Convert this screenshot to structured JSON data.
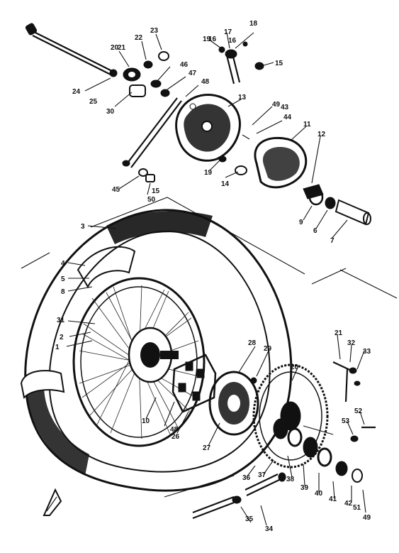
{
  "colors": {
    "ink": "#111111",
    "paper": "#ffffff"
  },
  "callouts": [
    {
      "text": "1"
    },
    {
      "text": "2"
    },
    {
      "text": "3"
    },
    {
      "text": "4"
    },
    {
      "text": "5"
    },
    {
      "text": "6"
    },
    {
      "text": "7"
    },
    {
      "text": "8"
    },
    {
      "text": "9"
    },
    {
      "text": "10"
    },
    {
      "text": "11"
    },
    {
      "text": "12"
    },
    {
      "text": "13"
    },
    {
      "text": "14"
    },
    {
      "text": "15"
    },
    {
      "text": "16"
    },
    {
      "text": "17"
    },
    {
      "text": "18"
    },
    {
      "text": "19"
    },
    {
      "text": "20"
    },
    {
      "text": "21"
    },
    {
      "text": "22"
    },
    {
      "text": "23"
    },
    {
      "text": "24"
    },
    {
      "text": "25"
    },
    {
      "text": "26"
    },
    {
      "text": "27"
    },
    {
      "text": "28"
    },
    {
      "text": "29"
    },
    {
      "text": "30"
    },
    {
      "text": "31"
    },
    {
      "text": "32"
    },
    {
      "text": "33"
    },
    {
      "text": "34"
    },
    {
      "text": "35"
    },
    {
      "text": "36"
    },
    {
      "text": "37"
    },
    {
      "text": "38"
    },
    {
      "text": "39"
    },
    {
      "text": "40"
    },
    {
      "text": "41"
    },
    {
      "text": "42"
    },
    {
      "text": "43"
    },
    {
      "text": "44"
    },
    {
      "text": "45"
    },
    {
      "text": "46"
    },
    {
      "text": "47"
    },
    {
      "text": "48"
    },
    {
      "text": "49"
    },
    {
      "text": "50"
    },
    {
      "text": "51"
    },
    {
      "text": "52"
    },
    {
      "text": "53"
    },
    {
      "text": "15"
    },
    {
      "text": "16"
    },
    {
      "text": "21"
    },
    {
      "text": "20"
    },
    {
      "text": "19"
    },
    {
      "text": "48"
    },
    {
      "text": "49"
    }
  ]
}
